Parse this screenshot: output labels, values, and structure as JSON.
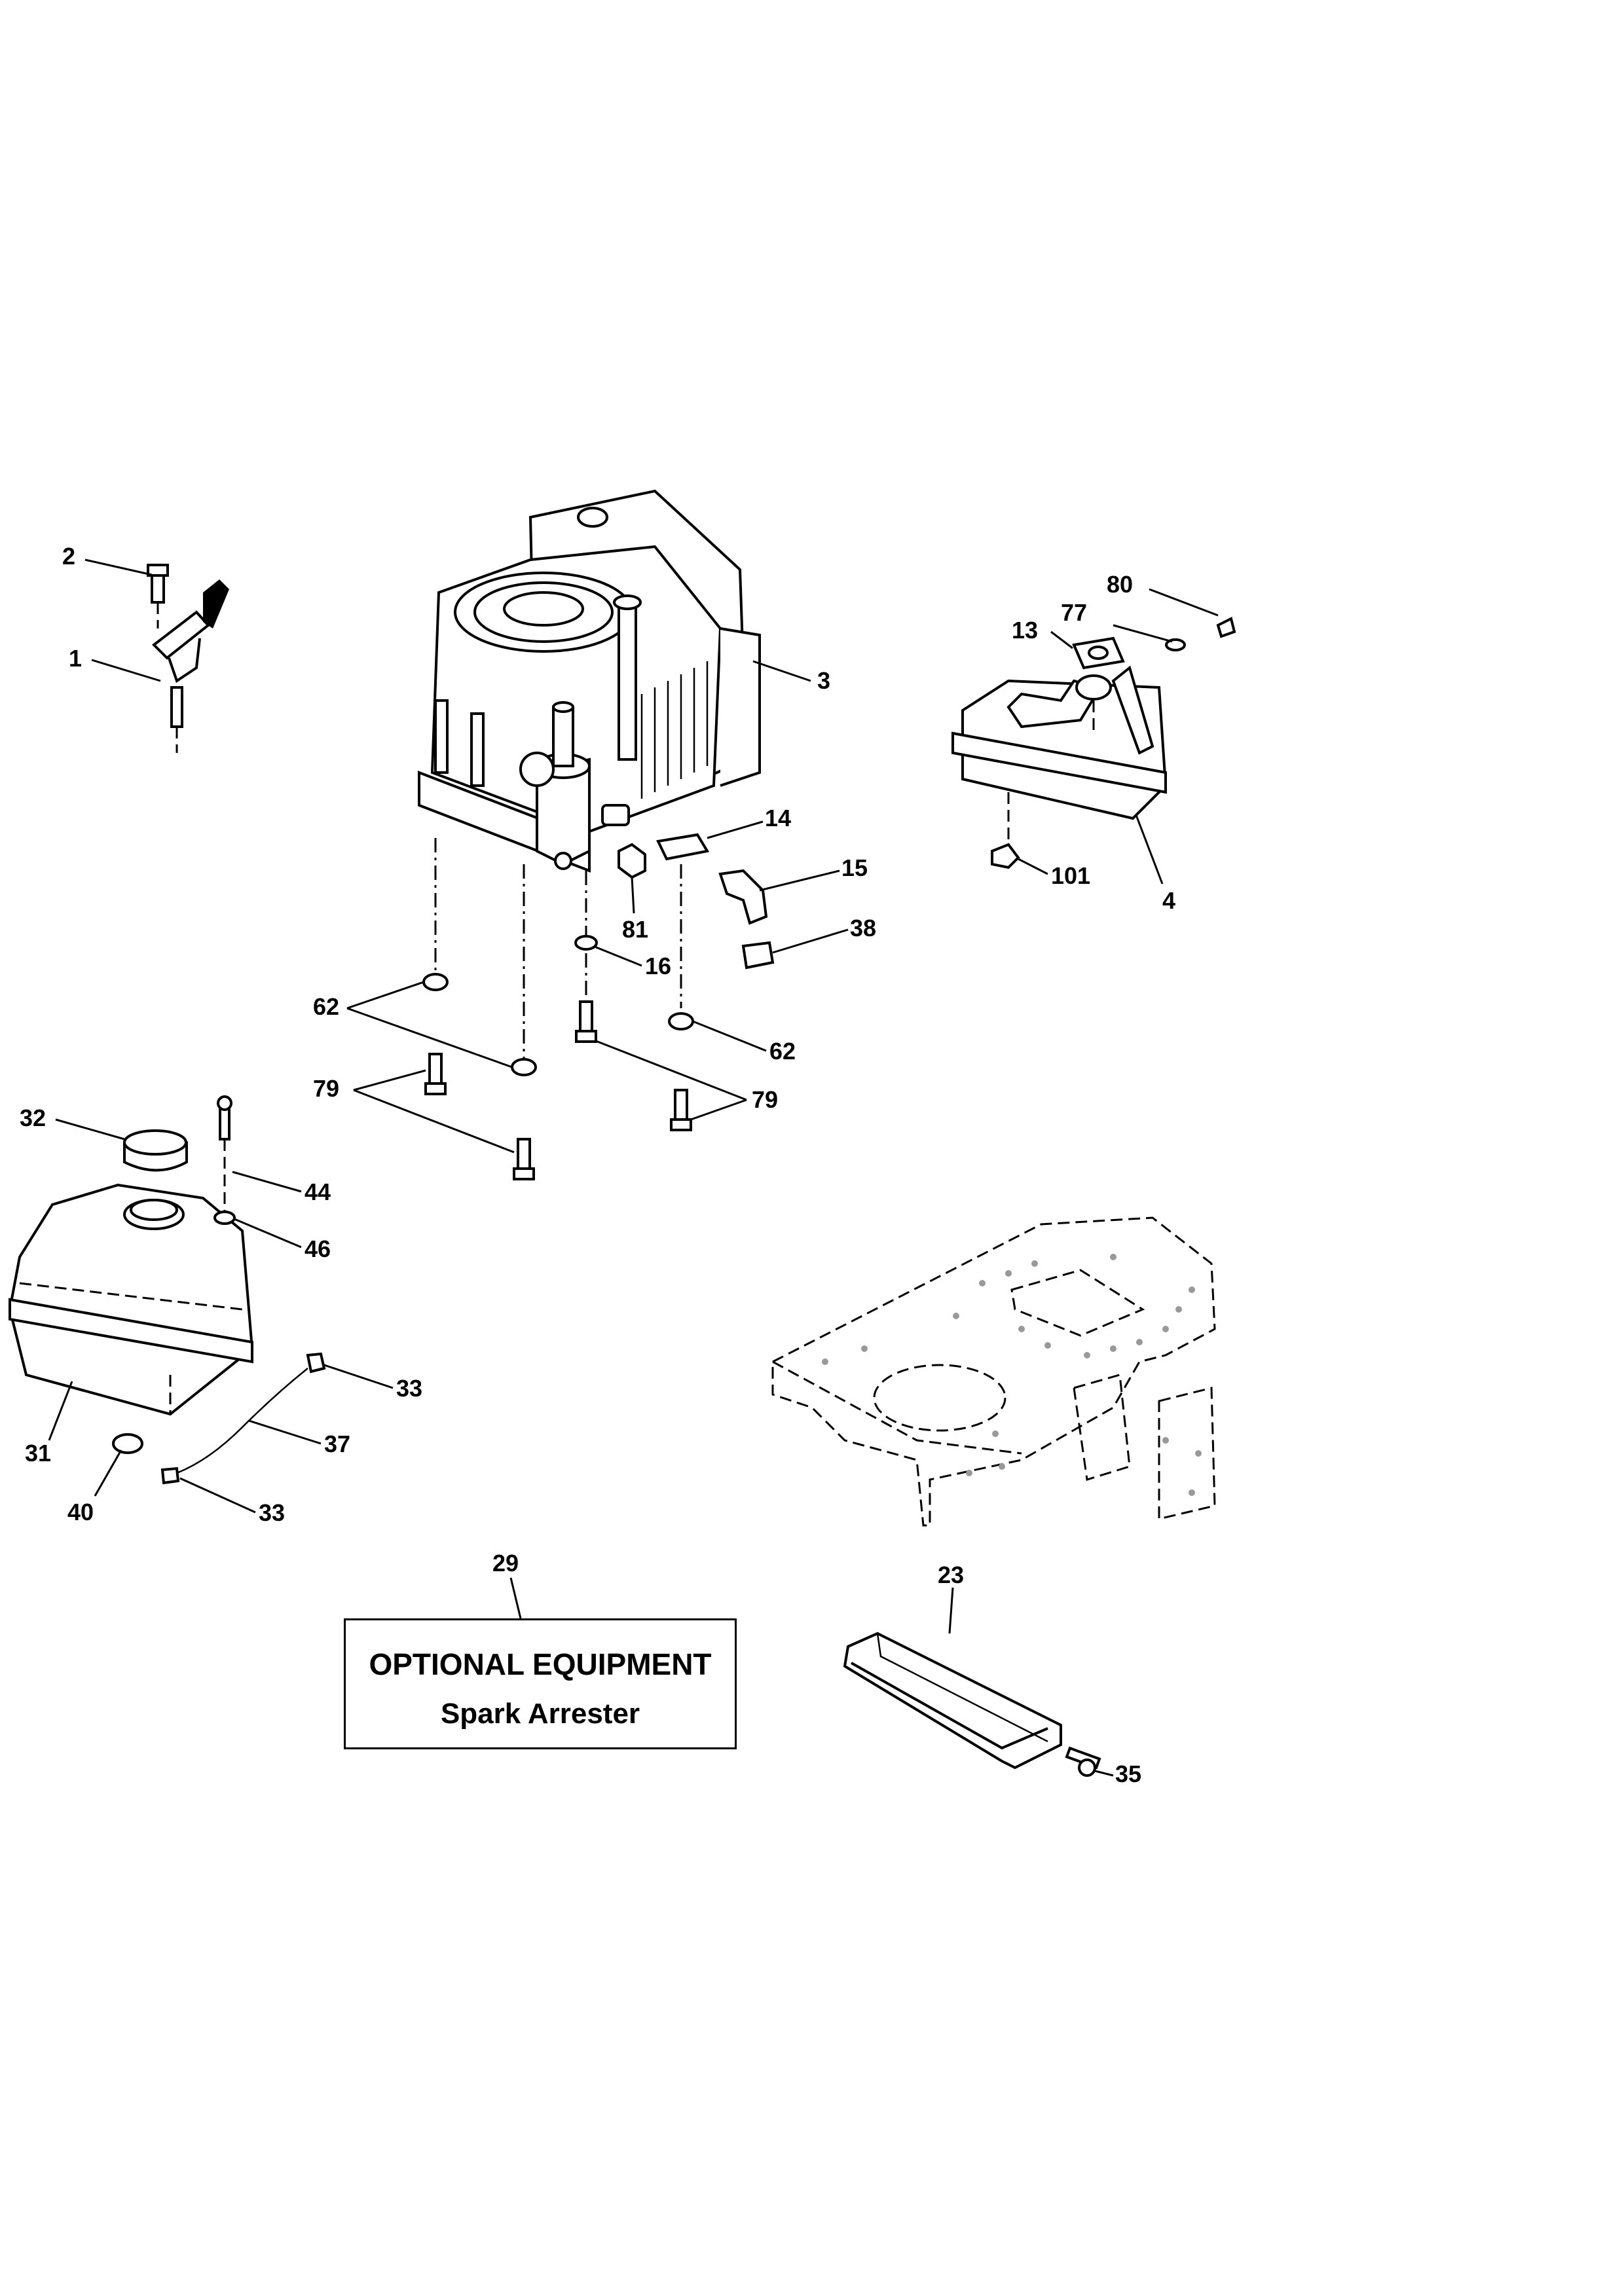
{
  "callouts": {
    "c1": "1",
    "c2": "2",
    "c3": "3",
    "c4": "4",
    "c13": "13",
    "c14": "14",
    "c15": "15",
    "c16": "16",
    "c23": "23",
    "c29": "29",
    "c31": "31",
    "c32": "32",
    "c33a": "33",
    "c33b": "33",
    "c35": "35",
    "c37": "37",
    "c38": "38",
    "c40": "40",
    "c44": "44",
    "c46": "46",
    "c62a": "62",
    "c62b": "62",
    "c77": "77",
    "c79a": "79",
    "c79b": "79",
    "c80": "80",
    "c81": "81",
    "c101": "101"
  },
  "optional_box": {
    "title": "OPTIONAL EQUIPMENT",
    "subtitle": "Spark Arrester"
  }
}
